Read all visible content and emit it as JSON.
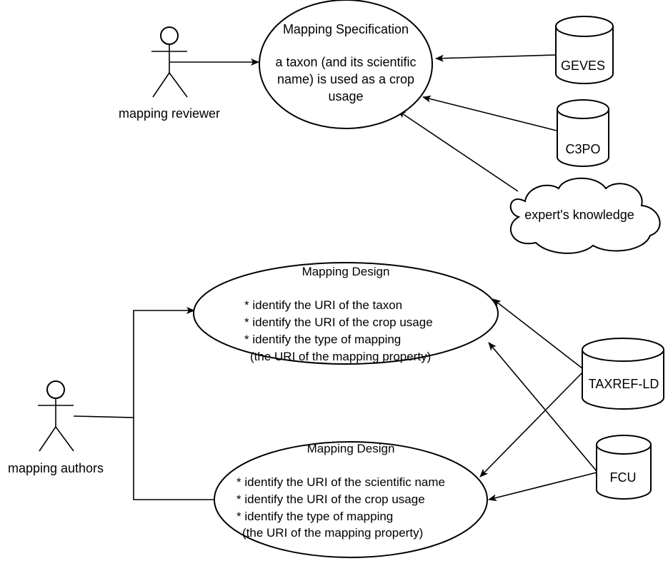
{
  "actors": {
    "reviewer": {
      "label": "mapping reviewer"
    },
    "authors": {
      "label": "mapping authors"
    }
  },
  "usecases": {
    "spec": {
      "title": "Mapping Specification",
      "lines": [
        "a taxon (and its scientific",
        "name) is used as a crop",
        "usage"
      ]
    },
    "design1": {
      "title": "Mapping Design",
      "lines": [
        "* identify the URI of the taxon",
        "* identify the URI of the crop usage",
        "* identify the type of mapping",
        "(the URI of the mapping property)"
      ]
    },
    "design2": {
      "title": "Mapping Design",
      "lines": [
        "* identify the URI of the scientific name",
        "* identify the URI of the crop usage",
        "* identify the type of mapping",
        "(the URI of the mapping property)"
      ]
    }
  },
  "sources": {
    "geves": "GEVES",
    "c3po": "C3PO",
    "taxref": "TAXREF-LD",
    "fcu": "FCU",
    "expert": "expert's knowledge"
  }
}
